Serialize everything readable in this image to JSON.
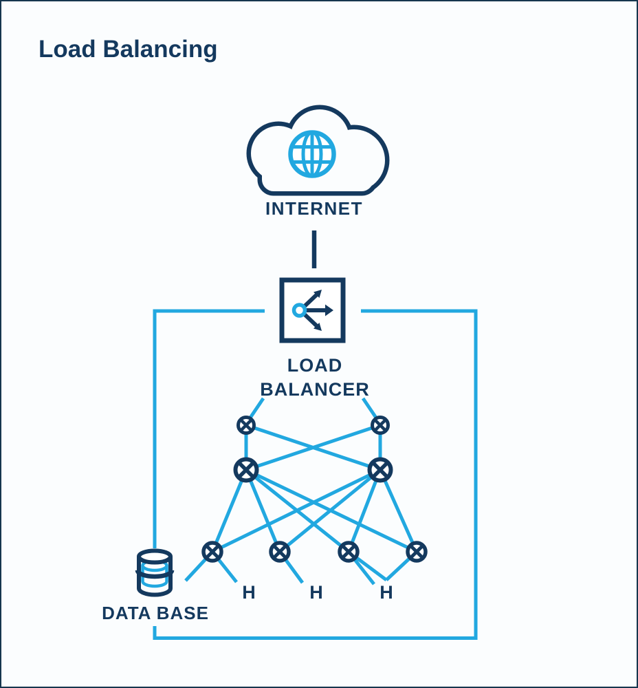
{
  "title": "Load Balancing",
  "colors": {
    "navy": "#14395E",
    "cyan": "#22A8E0",
    "background": "#FBFDFE"
  },
  "diagram": {
    "internet": {
      "label": "INTERNET",
      "icon": "cloud-globe-icon"
    },
    "load_balancer": {
      "label_line1": "LOAD",
      "label_line2": "BALANCER",
      "icon": "traffic-split-icon"
    },
    "database": {
      "label": "DATA BASE",
      "icon": "database-cylinder-icon"
    },
    "hosts": [
      {
        "label": "H"
      },
      {
        "label": "H"
      },
      {
        "label": "H"
      }
    ],
    "network": {
      "layers": [
        2,
        2,
        4
      ],
      "node_style": "circle-with-x",
      "connectivity": "internet feeds load balancer; load balancer fans out through two node layers to four leaf nodes linked to hosts and database loop"
    }
  }
}
